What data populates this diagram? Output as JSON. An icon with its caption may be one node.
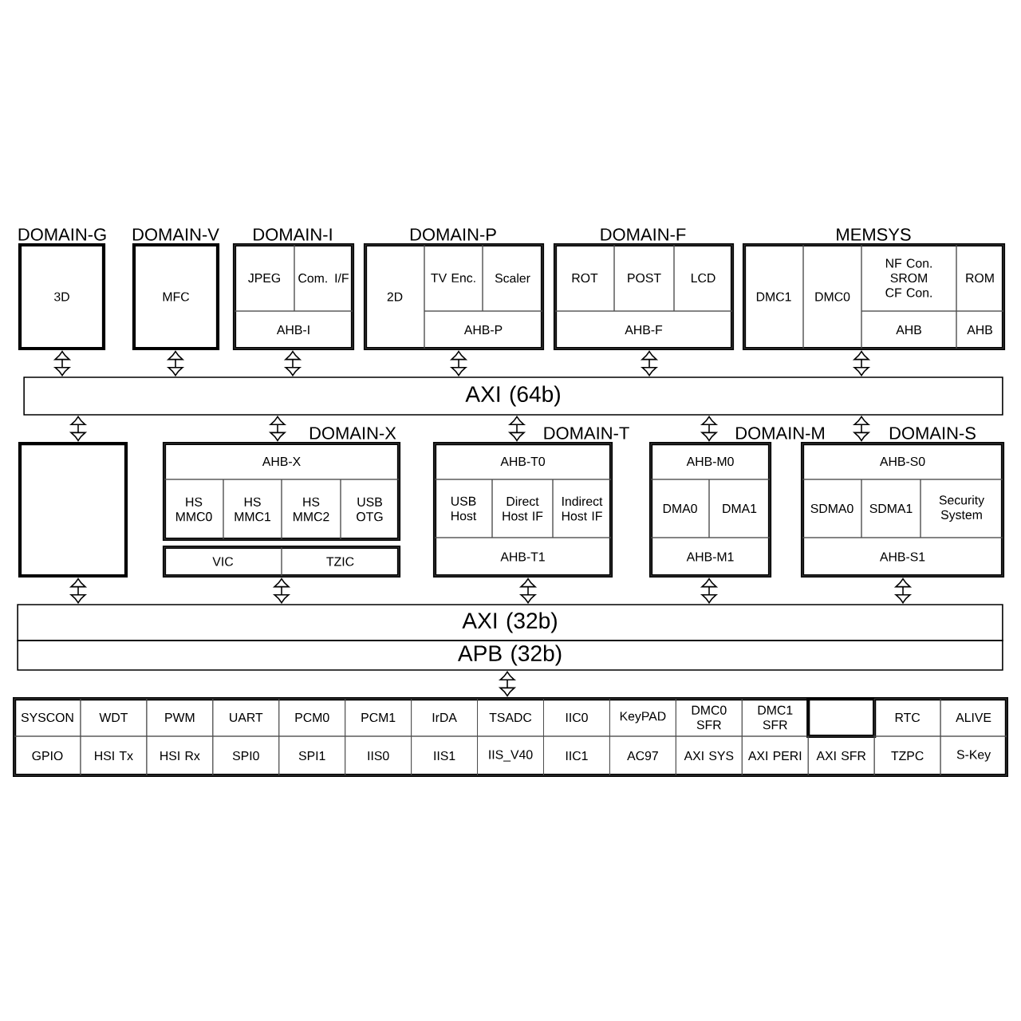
{
  "diagram": {
    "nodes": [
      {
        "text": [
          "DOMAIN-G",
          "3D"
        ]
      },
      {
        "text": [
          "DOMAIN-V",
          "MFC"
        ]
      },
      {
        "text": [
          "DOMAIN-I"
        ]
      },
      {
        "text": [
          "JPEG"
        ],
        "in": 2
      },
      {
        "text": [
          "Com. I/F"
        ],
        "in": 2
      },
      {
        "text": [
          "AHB-I"
        ],
        "in": 2
      },
      {
        "text": [
          "DOMAIN-P"
        ]
      },
      {
        "text": [
          "2D"
        ],
        "in": 6
      },
      {
        "text": [
          "TV Enc."
        ],
        "in": 6
      },
      {
        "text": [
          "Scaler"
        ],
        "in": 6
      },
      {
        "text": [
          "AHB-P"
        ],
        "in": 6
      },
      {
        "text": [
          "DOMAIN-F"
        ]
      },
      {
        "text": [
          "ROT"
        ],
        "in": 11
      },
      {
        "text": [
          "POST"
        ],
        "in": 11
      },
      {
        "text": [
          "LCD"
        ],
        "in": 11
      },
      {
        "text": [
          "AHB-F"
        ],
        "in": 11
      },
      {
        "text": [
          "MEMSYS"
        ]
      },
      {
        "text": [
          "DMC1"
        ],
        "in": 16
      },
      {
        "text": [
          "DMC0"
        ],
        "in": 16
      },
      {
        "text": [
          "NF Con. SROM CF Con."
        ],
        "in": 16
      },
      {
        "text": [
          "ROM"
        ],
        "in": 16
      },
      {
        "text": [
          "AHB"
        ],
        "in": 16
      },
      {
        "text": [
          "AHB"
        ],
        "in": 16
      },
      {
        "text": [
          "AXI (64b)"
        ]
      },
      {
        "text": [],
        "shape": "box"
      },
      {
        "text": [
          "DOMAIN-X"
        ]
      },
      {
        "text": [
          "AHB-X"
        ],
        "in": 25
      },
      {
        "text": [
          "HS MMC0"
        ],
        "in": 25
      },
      {
        "text": [
          "HS MMC1"
        ],
        "in": 25
      },
      {
        "text": [
          "HS MMC2"
        ],
        "in": 25
      },
      {
        "text": [
          "USB OTG"
        ],
        "in": 25
      },
      {
        "text": [],
        "shape": "box"
      },
      {
        "text": [
          "VIC"
        ],
        "in": 31
      },
      {
        "text": [
          "TZIC"
        ],
        "in": 31
      },
      {
        "text": [
          "DOMAIN-T"
        ]
      },
      {
        "text": [
          "AHB-T0"
        ],
        "in": 34
      },
      {
        "text": [
          "USB Host"
        ],
        "in": 34
      },
      {
        "text": [
          "Direct Host IF"
        ],
        "in": 34
      },
      {
        "text": [
          "Indirect Host IF"
        ],
        "in": 34
      },
      {
        "text": [
          "AHB-T1"
        ],
        "in": 34
      },
      {
        "text": [
          "DOMAIN-M"
        ]
      },
      {
        "text": [
          "AHB-M0"
        ],
        "in": 40
      },
      {
        "text": [
          "DMA0"
        ],
        "in": 40
      },
      {
        "text": [
          "DMA1"
        ],
        "in": 40
      },
      {
        "text": [
          "AHB-M1"
        ],
        "in": 40
      },
      {
        "text": [
          "DOMAIN-S"
        ]
      },
      {
        "text": [
          "AHB-S0"
        ],
        "in": 45
      },
      {
        "text": [
          "SDMA0"
        ],
        "in": 45
      },
      {
        "text": [
          "SDMA1"
        ],
        "in": 45
      },
      {
        "text": [
          "Security System"
        ],
        "in": 45
      },
      {
        "text": [
          "AHB-S1"
        ],
        "in": 45
      },
      {
        "text": [
          "AXI (32b)"
        ]
      },
      {
        "text": [
          "APB (32b)"
        ]
      },
      {
        "text": [],
        "shape": "box"
      },
      {
        "text": [
          "SYSCON"
        ],
        "in": 53
      },
      {
        "text": [
          "WDT"
        ],
        "in": 53
      },
      {
        "text": [
          "PWM"
        ],
        "in": 53
      },
      {
        "text": [
          "UART"
        ],
        "in": 53
      },
      {
        "text": [
          "PCM0"
        ],
        "in": 53
      },
      {
        "text": [
          "PCM1"
        ],
        "in": 53
      },
      {
        "text": [
          "IrDA"
        ],
        "in": 53
      },
      {
        "text": [
          "TSADC"
        ],
        "in": 53
      },
      {
        "text": [
          "IIC0"
        ],
        "in": 53
      },
      {
        "text": [
          "KeyPAD"
        ],
        "in": 53
      },
      {
        "text": [
          "DMC0 SFR"
        ],
        "in": 53
      },
      {
        "text": [
          "DMC1 SFR"
        ],
        "in": 53
      },
      {
        "text": [],
        "shape": "box",
        "in": 53
      },
      {
        "text": [
          "RTC"
        ],
        "in": 53
      },
      {
        "text": [
          "ALIVE"
        ],
        "in": 53
      },
      {
        "text": [
          "GPIO"
        ],
        "in": 53
      },
      {
        "text": [
          "HSI Tx"
        ],
        "in": 53
      },
      {
        "text": [
          "HSI Rx"
        ],
        "in": 53
      },
      {
        "text": [
          "SPI0"
        ],
        "in": 53
      },
      {
        "text": [
          "SPI1"
        ],
        "in": 53
      },
      {
        "text": [
          "IIS0"
        ],
        "in": 53
      },
      {
        "text": [
          "IIS1"
        ],
        "in": 53
      },
      {
        "text": [
          "IIS_V40"
        ],
        "in": 53
      },
      {
        "text": [
          "IIC1"
        ],
        "in": 53
      },
      {
        "text": [
          "AC97"
        ],
        "in": 53
      },
      {
        "text": [
          "AXI SYS"
        ],
        "in": 53
      },
      {
        "text": [
          "AXI PERI"
        ],
        "in": 53
      },
      {
        "text": [
          "AXI SFR"
        ],
        "in": 53
      },
      {
        "text": [
          "TZPC"
        ],
        "in": 53
      },
      {
        "text": [
          "S-Key"
        ],
        "in": 53
      }
    ],
    "edges": [
      {
        "from": 0,
        "to": 23,
        "arrow": "both"
      },
      {
        "from": 1,
        "to": 23,
        "arrow": "both"
      },
      {
        "from": 2,
        "to": 23,
        "arrow": "both"
      },
      {
        "from": 6,
        "to": 23,
        "arrow": "both"
      },
      {
        "from": 11,
        "to": 23,
        "arrow": "both"
      },
      {
        "from": 16,
        "to": 23,
        "arrow": "both"
      },
      {
        "from": 24,
        "to": 23,
        "arrow": "both"
      },
      {
        "from": 25,
        "to": 23,
        "arrow": "both"
      },
      {
        "from": 34,
        "to": 23,
        "arrow": "both"
      },
      {
        "from": 40,
        "to": 23,
        "arrow": "both"
      },
      {
        "from": 45,
        "to": 23,
        "arrow": "both"
      },
      {
        "from": 24,
        "to": 51,
        "arrow": "both"
      },
      {
        "from": 31,
        "to": 51,
        "arrow": "both"
      },
      {
        "from": 34,
        "to": 51,
        "arrow": "both"
      },
      {
        "from": 40,
        "to": 51,
        "arrow": "both"
      },
      {
        "from": 45,
        "to": 51,
        "arrow": "both"
      },
      {
        "from": 52,
        "to": 53,
        "arrow": "both"
      }
    ]
  }
}
